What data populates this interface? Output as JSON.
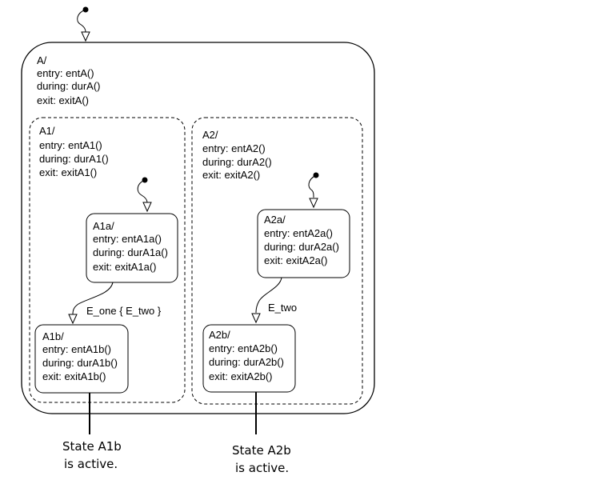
{
  "states": {
    "A": {
      "name": "A/",
      "entry": "entry: entA()",
      "during": "during: durA()",
      "exit": "exit: exitA()"
    },
    "A1": {
      "name": "A1/",
      "entry": "entry: entA1()",
      "during": "during: durA1()",
      "exit": "exit: exitA1()"
    },
    "A2": {
      "name": "A2/",
      "entry": "entry: entA2()",
      "during": "during: durA2()",
      "exit": "exit: exitA2()"
    },
    "A1a": {
      "name": "A1a/",
      "entry": "entry: entA1a()",
      "during": "during: durA1a()",
      "exit": "exit: exitA1a()"
    },
    "A1b": {
      "name": "A1b/",
      "entry": "entry: entA1b()",
      "during": "during: durA1b()",
      "exit": "exit: exitA1b()"
    },
    "A2a": {
      "name": "A2a/",
      "entry": "entry: entA2a()",
      "during": "during: durA2a()",
      "exit": "exit: exitA2a()"
    },
    "A2b": {
      "name": "A2b/",
      "entry": "entry: entA2b()",
      "during": "during: durA2b()",
      "exit": "exit: exitA2b()"
    }
  },
  "transitions": {
    "a1": "E_one { E_two }",
    "a2": "E_two"
  },
  "annotations": {
    "a1b": {
      "line1": "State A1b",
      "line2": "is active."
    },
    "a2b": {
      "line1": "State A2b",
      "line2": "is active."
    }
  }
}
